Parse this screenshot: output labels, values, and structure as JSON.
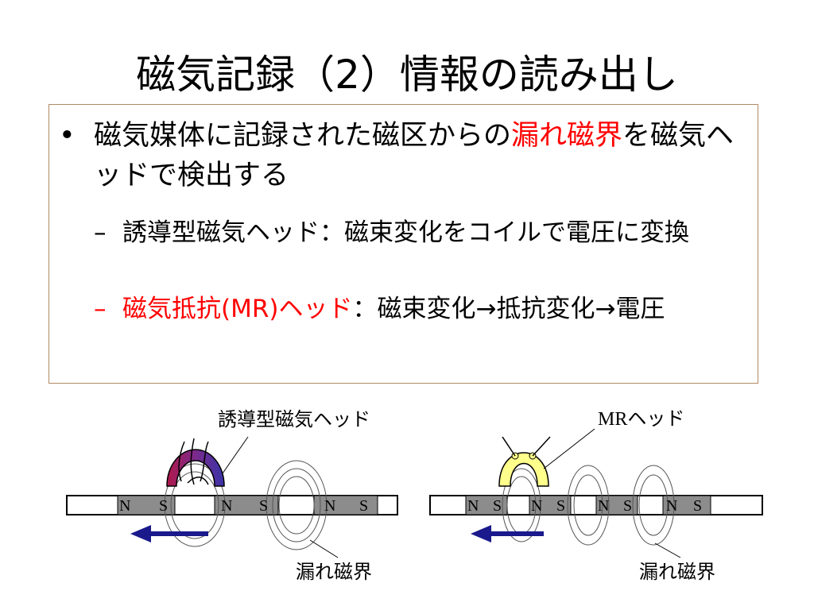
{
  "slide": {
    "title": "磁気記録（2）情報の読み出し",
    "bullet": {
      "marker": "•",
      "text_before": "磁気媒体に記録された磁区からの",
      "text_highlight": "漏れ磁界",
      "text_after": "を磁気ヘッドで検出する"
    },
    "subitems": [
      {
        "marker": "–",
        "text_highlight": "",
        "text": "誘導型磁気ヘッド：磁束変化をコイルで電圧に変換"
      },
      {
        "marker": "–",
        "text_highlight": "磁気抵抗(MR)ヘッド",
        "text": "：磁束変化→抵抗変化→電圧"
      }
    ],
    "colors": {
      "highlight": "#ff0000",
      "box_border": "#b08a64",
      "arrow": "#1a1a8c"
    }
  },
  "figures": {
    "left": {
      "head_label": "誘導型磁気ヘッド",
      "field_label": "漏れ磁界",
      "domain_letters": [
        "N",
        "S",
        "N",
        "S",
        "N",
        "S"
      ]
    },
    "right": {
      "head_label": "MRヘッド",
      "field_label": "漏れ磁界",
      "domain_letters": [
        "N",
        "S",
        "N",
        "S",
        "N",
        "S",
        "N",
        "S"
      ]
    }
  }
}
